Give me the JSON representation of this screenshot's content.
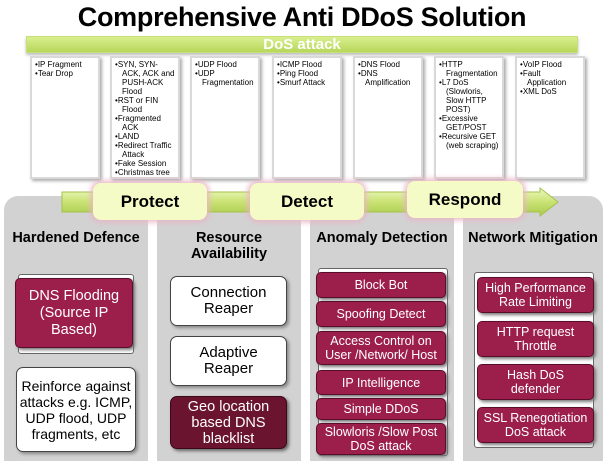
{
  "title": "Comprehensive Anti DDoS Solution",
  "dos_banner": "DoS attack",
  "attack_columns": [
    [
      "IP Fragment",
      "Tear Drop"
    ],
    [
      "SYN, SYN-ACK, ACK and PUSH-ACK Flood",
      "RST or FIN Flood",
      "Fragmented ACK",
      "LAND",
      "Redirect Traffic Attack",
      "Fake Session",
      "Christmas tree"
    ],
    [
      "UDP Flood",
      "UDP Fragmentation"
    ],
    [
      "ICMP Flood",
      "Ping Flood",
      "Smurf Attack"
    ],
    [
      "DNS Flood",
      "DNS Amplification"
    ],
    [
      "HTTP Fragmentation",
      "L7 DoS (Slowloris, Slow HTTP POST)",
      "Excessive GET/POST",
      "Recursive GET (web scraping)"
    ],
    [
      "VoIP Flood",
      "Fault Application",
      "XML DoS"
    ]
  ],
  "phases": [
    "Protect",
    "Detect",
    "Respond"
  ],
  "panels": [
    {
      "title": "Hardened Defence",
      "items": [
        "DNS Flooding (Source IP Based)",
        "Reinforce against attacks e.g. ICMP, UDP flood, UDP fragments, etc"
      ]
    },
    {
      "title": "Resource Availability",
      "items": [
        "Connection Reaper",
        "Adaptive Reaper",
        "Geo location based DNS blacklist"
      ]
    },
    {
      "title": "Anomaly Detection",
      "items": [
        "Block Bot",
        "Spoofing Detect",
        "Access Control on User /Network/ Host",
        "IP Intelligence",
        "Simple DDoS",
        "Slowloris /Slow Post DoS attack"
      ]
    },
    {
      "title": "Network Mitigation",
      "items": [
        "High Performance Rate Limiting",
        "HTTP request Throttle",
        "Hash DoS defender",
        "SSL Renegotiation DoS attack"
      ]
    }
  ],
  "colors": {
    "accent_green": "#c3e06b",
    "crimson": "#9c1f4b",
    "dark_crimson": "#6b1430",
    "panel_gray": "#d2d2d2"
  }
}
